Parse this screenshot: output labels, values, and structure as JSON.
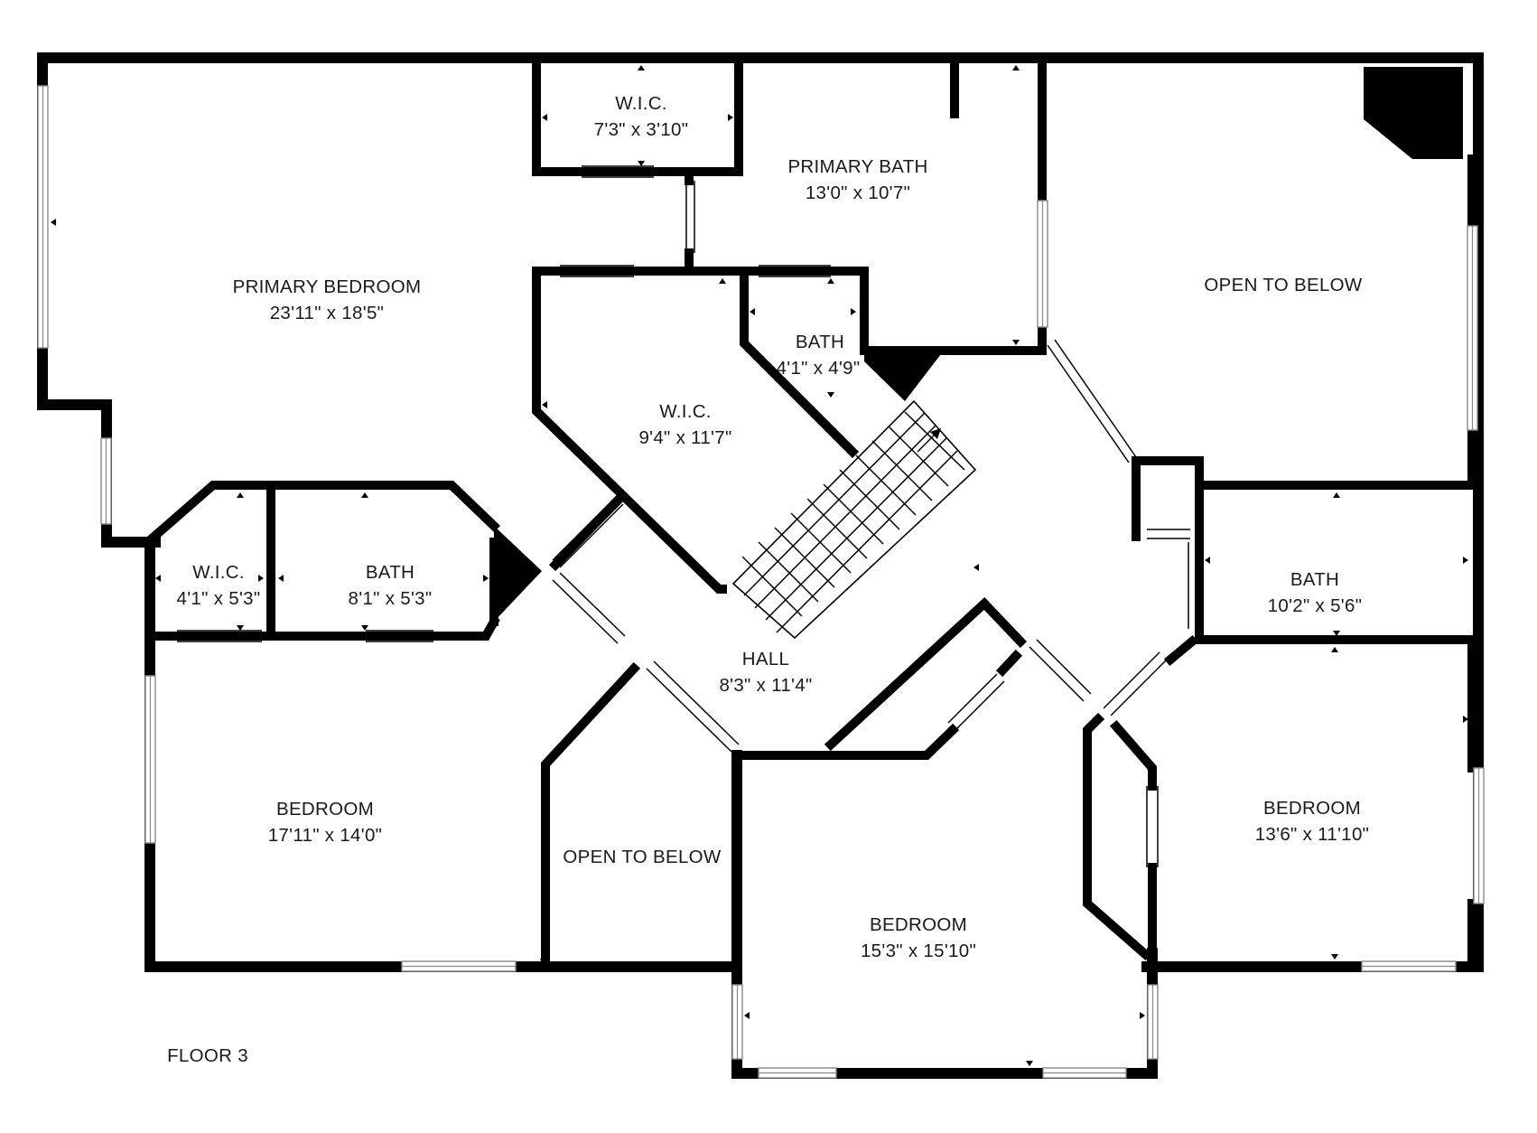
{
  "floor_label": "FLOOR 3",
  "rooms": [
    {
      "id": "primary-bedroom",
      "name": "PRIMARY BEDROOM",
      "dims": "23'11\" x 18'5\""
    },
    {
      "id": "wic-top",
      "name": "W.I.C.",
      "dims": "7'3\" x 3'10\""
    },
    {
      "id": "primary-bath",
      "name": "PRIMARY BATH",
      "dims": "13'0\" x 10'7\""
    },
    {
      "id": "open-to-below-right",
      "name": "OPEN TO BELOW",
      "dims": ""
    },
    {
      "id": "bath-small",
      "name": "BATH",
      "dims": "4'1\" x 4'9\""
    },
    {
      "id": "wic-center",
      "name": "W.I.C.",
      "dims": "9'4\" x 11'7\""
    },
    {
      "id": "wic-left",
      "name": "W.I.C.",
      "dims": "4'1\" x 5'3\""
    },
    {
      "id": "bath-left",
      "name": "BATH",
      "dims": "8'1\" x 5'3\""
    },
    {
      "id": "bath-right",
      "name": "BATH",
      "dims": "10'2\" x 5'6\""
    },
    {
      "id": "hall",
      "name": "HALL",
      "dims": "8'3\" x 11'4\""
    },
    {
      "id": "bedroom-left",
      "name": "BEDROOM",
      "dims": "17'11\" x 14'0\""
    },
    {
      "id": "open-to-below-center",
      "name": "OPEN TO BELOW",
      "dims": ""
    },
    {
      "id": "bedroom-center",
      "name": "BEDROOM",
      "dims": "15'3\" x 15'10\""
    },
    {
      "id": "bedroom-right",
      "name": "BEDROOM",
      "dims": "13'6\" x 11'10\""
    }
  ]
}
